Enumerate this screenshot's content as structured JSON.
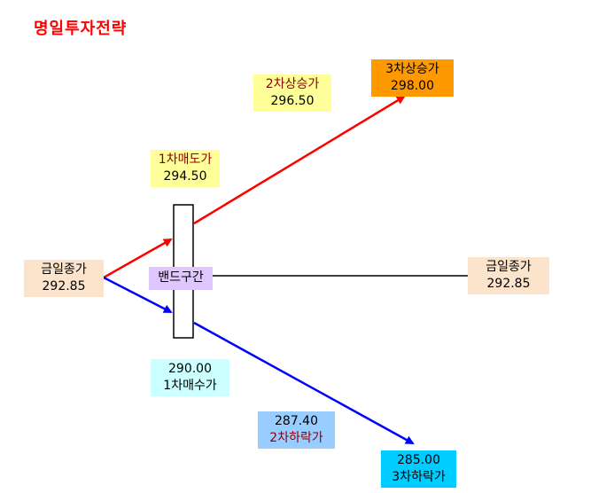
{
  "title": "명일투자전략",
  "close_left": {
    "label": "금일종가",
    "value": "292.85"
  },
  "close_right": {
    "label": "금일종가",
    "value": "292.85"
  },
  "band": {
    "label": "밴드구간"
  },
  "sell_levels": [
    {
      "label": "1차매도가",
      "value": "294.50",
      "color": "#ffff99"
    },
    {
      "label": "2차상승가",
      "value": "296.50",
      "color": "#ffff99"
    },
    {
      "label": "3차상승가",
      "value": "298.00",
      "color": "#ff9900"
    }
  ],
  "buy_levels": [
    {
      "label": "1차매수가",
      "value": "290.00",
      "color": "#ccffff"
    },
    {
      "label": "2차하락가",
      "value": "287.40",
      "color": "#99ccff"
    },
    {
      "label": "3차하락가",
      "value": "285.00",
      "color": "#00ccff"
    }
  ],
  "colors": {
    "title": "#ff0000",
    "up_arrow": "#ff0000",
    "down_arrow": "#0000ff",
    "band": "#e0c6ff",
    "close_box": "#fbe3cc"
  }
}
